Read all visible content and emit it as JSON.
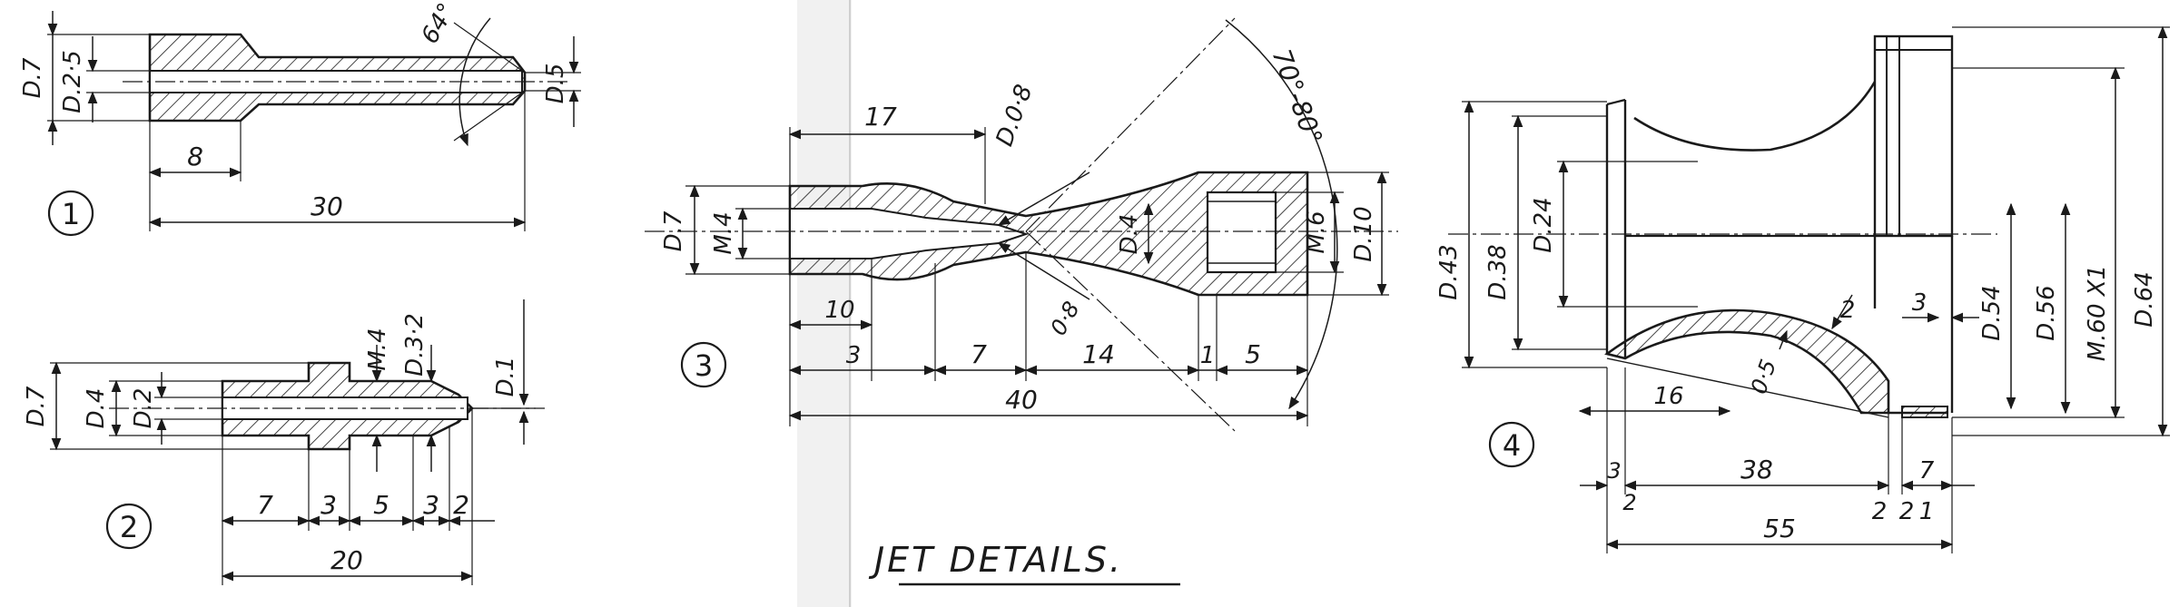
{
  "title": "JET DETAILS.",
  "colors": {
    "ink": "#1a1a1a",
    "paper": "#ffffff",
    "fold": "#e6e6e6"
  },
  "parts": [
    {
      "number": "1",
      "dimensions": [
        "D.7",
        "D.2·5",
        "64°",
        "D.5",
        "8",
        "30"
      ]
    },
    {
      "number": "2",
      "dimensions": [
        "D.7",
        "D.4",
        "D.2",
        "M.4",
        "D.3·2",
        "D.1",
        "7",
        "3",
        "5",
        "3",
        "2",
        "20"
      ]
    },
    {
      "number": "3",
      "dimensions": [
        "17",
        "D.0·8",
        "70°-80°",
        "D.7",
        "M.4",
        "D.4",
        "M.6",
        "D.10",
        "10",
        "0·8",
        "3",
        "7",
        "14",
        "1",
        "5",
        "40"
      ]
    },
    {
      "number": "4",
      "dimensions": [
        "D.43",
        "D.38",
        "D.24",
        "2",
        "3",
        "D.54",
        "D.56",
        "M.60 X1",
        "D.64",
        "0·5",
        "16",
        "3",
        "2",
        "38",
        "7",
        "2",
        "2",
        "1",
        "55"
      ]
    }
  ]
}
